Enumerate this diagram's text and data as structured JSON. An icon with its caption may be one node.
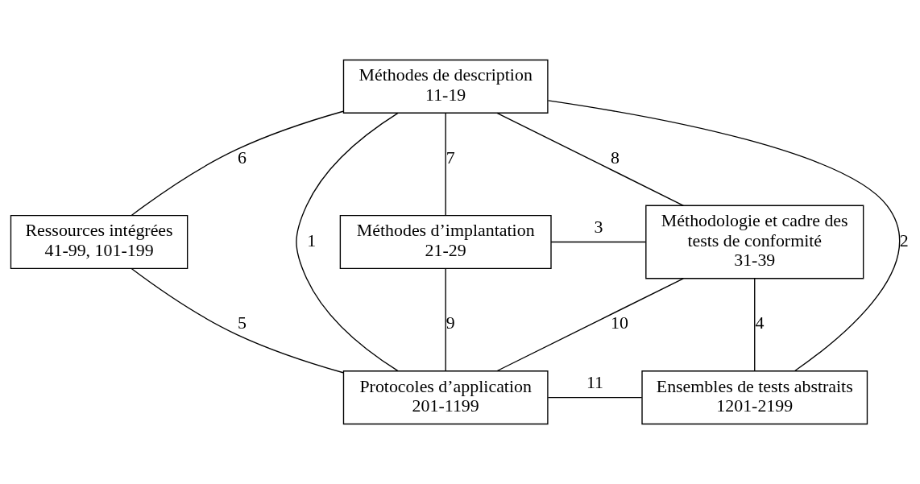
{
  "diagram": {
    "nodes": [
      {
        "text": [
          "Méthodes de description",
          "11-19"
        ]
      },
      {
        "text": [
          "Ressources intégrées",
          "41-99, 101-199"
        ]
      },
      {
        "text": [
          "Méthodes d’implantation",
          "21-29"
        ]
      },
      {
        "text": [
          "Méthodologie et cadre des tests de conformité",
          "31-39"
        ]
      },
      {
        "text": [
          "Protocoles d’application",
          "201-1199"
        ]
      },
      {
        "text": [
          "Ensembles de tests abstraits",
          "1201-2199"
        ]
      }
    ],
    "edges": [
      {
        "from": 0,
        "to": 4,
        "arrow": "none",
        "label": "1"
      },
      {
        "from": 0,
        "to": 5,
        "arrow": "none",
        "label": "2"
      },
      {
        "from": 2,
        "to": 3,
        "arrow": "none",
        "label": "3"
      },
      {
        "from": 3,
        "to": 5,
        "arrow": "none",
        "label": "4"
      },
      {
        "from": 1,
        "to": 4,
        "arrow": "none",
        "label": "5"
      },
      {
        "from": 0,
        "to": 1,
        "arrow": "none",
        "label": "6"
      },
      {
        "from": 0,
        "to": 2,
        "arrow": "none",
        "label": "7"
      },
      {
        "from": 0,
        "to": 3,
        "arrow": "none",
        "label": "8"
      },
      {
        "from": 2,
        "to": 4,
        "arrow": "none",
        "label": "9"
      },
      {
        "from": 3,
        "to": 4,
        "arrow": "none",
        "label": "10"
      },
      {
        "from": 4,
        "to": 5,
        "arrow": "none",
        "label": "11"
      }
    ]
  }
}
